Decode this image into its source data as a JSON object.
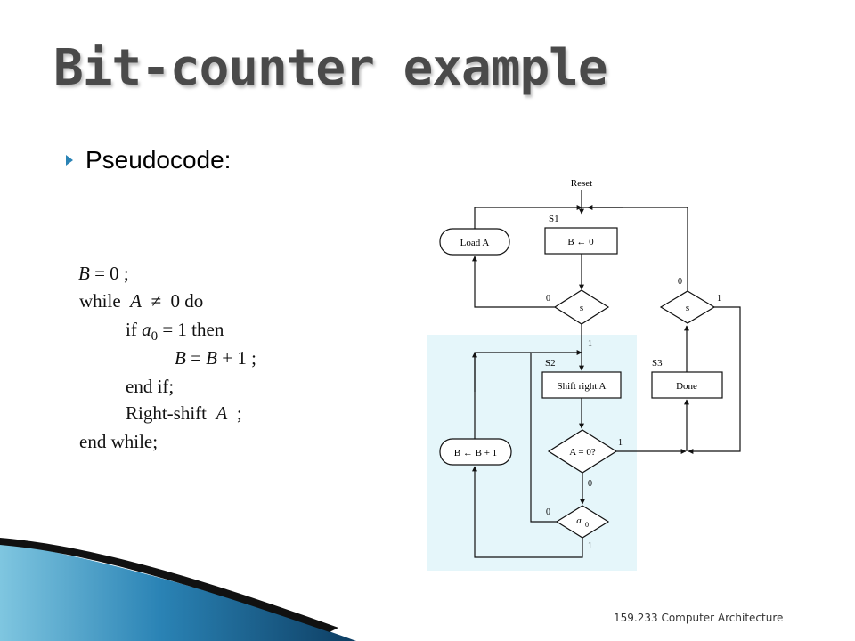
{
  "slide": {
    "title": "Bit-counter example",
    "bullet": "Pseudocode:",
    "footer": "159.233 Computer Architecture"
  },
  "pseudocode": {
    "l1_var": "B",
    "l1_rest": " =  0 ;",
    "l2_kw": "while",
    "l2_var": "A",
    "l2_ne": "≠",
    "l2_rest": "0  do",
    "l3_kw": "if",
    "l3_var": "a",
    "l3_sub": "0",
    "l3_rest": " =  1 then",
    "l4_var1": "B",
    "l4_eq": " = ",
    "l4_var2": "B",
    "l4_rest": " + 1 ;",
    "l5": "end if;",
    "l6_kw": "Right-shift",
    "l6_var": "A",
    "l6_rest": ";",
    "l7": "end while;"
  },
  "flowchart": {
    "reset": "Reset",
    "s1_label": "S1",
    "s2_label": "S2",
    "s3_label": "S3",
    "load_a": "Load A",
    "b_clear": "B ← 0",
    "s_left": "s",
    "s_right": "s",
    "shift_right": "Shift right A",
    "done": "Done",
    "b_inc": "B ← B + 1",
    "a_zero": "A  =  0?",
    "a0_var": "a",
    "a0_sub": "0",
    "edge_s_left_0": "0",
    "edge_s_left_1": "1",
    "edge_s_right_0": "0",
    "edge_s_right_1": "1",
    "edge_azero_1": "1",
    "edge_azero_0": "0",
    "edge_a0_0": "0",
    "edge_a0_1": "1",
    "highlight_color": "#e5f6fa"
  },
  "theme": {
    "accent": "#2a83b5"
  }
}
